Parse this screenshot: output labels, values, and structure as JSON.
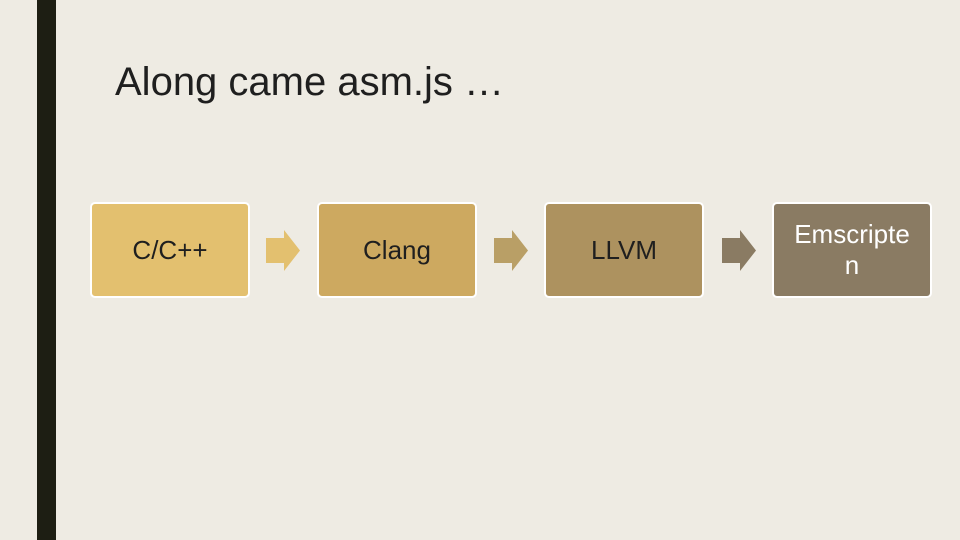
{
  "slide": {
    "title": "Along came asm.js …"
  },
  "flow": {
    "steps": [
      {
        "label": "C/C++",
        "color": "#e3c06f"
      },
      {
        "label": "Clang",
        "color": "#cda960"
      },
      {
        "label": "LLVM",
        "color": "#ad925f"
      },
      {
        "label": "Emscripte\nn",
        "color": "#8a7b63"
      }
    ],
    "arrows": [
      {
        "color": "#e3c06f",
        "icon": "right-arrow"
      },
      {
        "color": "#b99f66",
        "icon": "right-arrow"
      },
      {
        "color": "#8a7b63",
        "icon": "right-arrow"
      }
    ]
  },
  "theme": {
    "background": "#eeebe3",
    "accent_bar": "#1d1e13"
  }
}
